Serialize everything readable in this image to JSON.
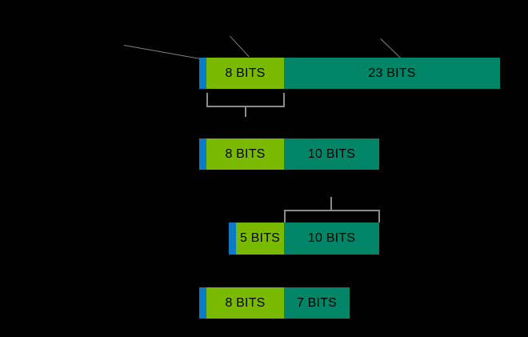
{
  "diagram": {
    "title": "Bit field allocation diagram",
    "background_color": "#000000",
    "colors": {
      "blue": "#0b7bc6",
      "green": "#79ba00",
      "teal": "#008567",
      "connector": "#808080",
      "bracket": "#8c8c8c",
      "label_text": "#000000"
    },
    "rows": [
      {
        "name": "row-1",
        "segments": [
          {
            "name": "flag-field",
            "label": "",
            "color": "blue"
          },
          {
            "name": "middle-field",
            "label": "8 BITS",
            "color": "green"
          },
          {
            "name": "wide-field",
            "label": "23 BITS",
            "color": "teal"
          }
        ]
      },
      {
        "name": "row-2",
        "segments": [
          {
            "name": "flag-field",
            "label": "",
            "color": "blue"
          },
          {
            "name": "middle-field",
            "label": "8 BITS",
            "color": "green"
          },
          {
            "name": "wide-field",
            "label": "10 BITS",
            "color": "teal"
          }
        ]
      },
      {
        "name": "row-3",
        "segments": [
          {
            "name": "flag-field",
            "label": "",
            "color": "blue"
          },
          {
            "name": "middle-field",
            "label": "5 BITS",
            "color": "green"
          },
          {
            "name": "wide-field",
            "label": "10 BITS",
            "color": "teal"
          }
        ]
      },
      {
        "name": "row-4",
        "segments": [
          {
            "name": "flag-field",
            "label": "",
            "color": "blue"
          },
          {
            "name": "middle-field",
            "label": "8 BITS",
            "color": "green"
          },
          {
            "name": "wide-field",
            "label": "7 BITS",
            "color": "teal"
          }
        ]
      }
    ],
    "connectors": [
      {
        "name": "leader-line-left",
        "label": ""
      },
      {
        "name": "leader-line-middle",
        "label": ""
      },
      {
        "name": "leader-line-right",
        "label": ""
      }
    ],
    "brackets": [
      {
        "name": "bracket-under-row-1",
        "label": ""
      },
      {
        "name": "bracket-above-row-3",
        "label": ""
      }
    ]
  }
}
